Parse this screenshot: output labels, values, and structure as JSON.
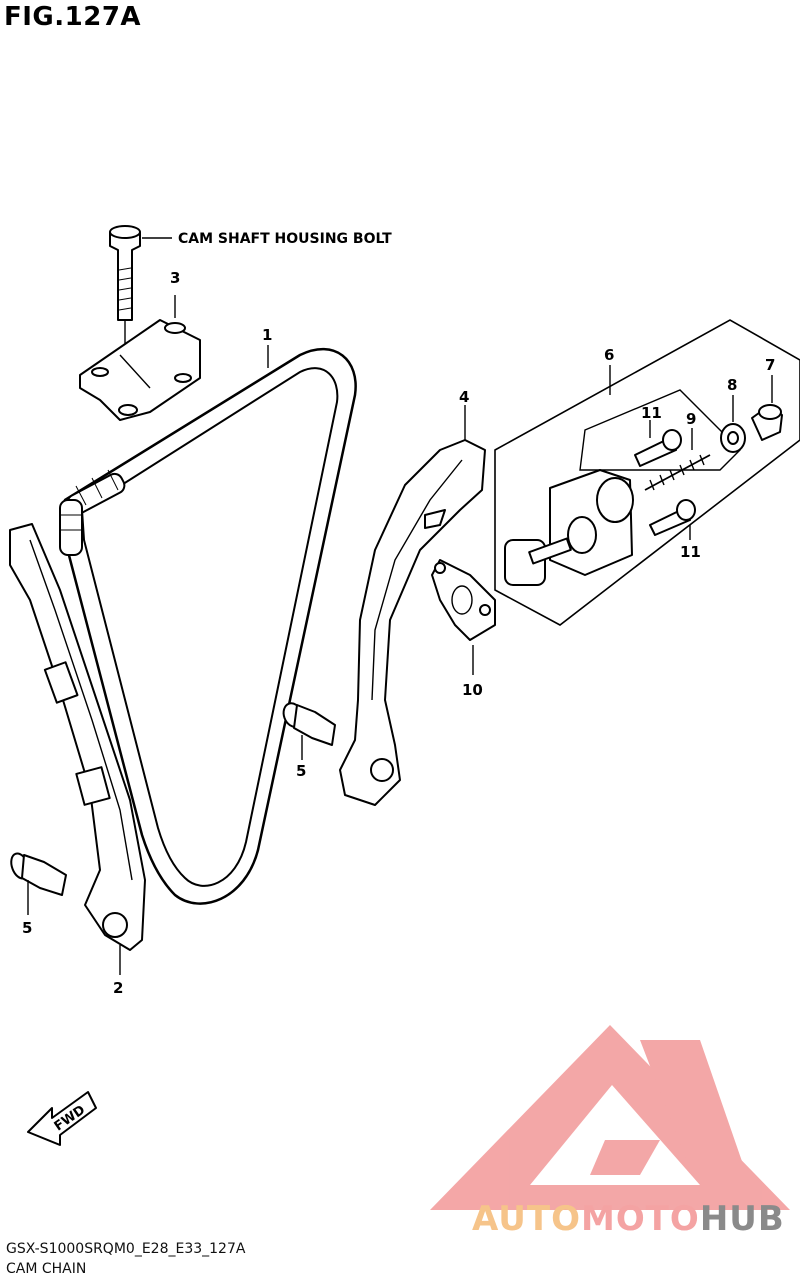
{
  "figure": {
    "title": "FIG.127A",
    "code": "GSX-S1000SRQM0_E28_E33_127A",
    "name": "CAM CHAIN"
  },
  "annotations": {
    "cam_shaft_housing_bolt": "CAM SHAFT HOUSING BOLT",
    "fwd": "FWD"
  },
  "callouts": {
    "c1": "1",
    "c2": "2",
    "c3": "3",
    "c4": "4",
    "c5a": "5",
    "c5b": "5",
    "c6": "6",
    "c7": "7",
    "c8": "8",
    "c9": "9",
    "c10": "10",
    "c11a": "11",
    "c11b": "11"
  },
  "watermark": {
    "part1": "AUTO",
    "part2": "MOTO",
    "part3": "HUB",
    "colors": {
      "triangle": "#f08a8a",
      "auto": "#f6c48a",
      "moto": "#f4a3a3",
      "hub": "#8a8a8a"
    }
  }
}
